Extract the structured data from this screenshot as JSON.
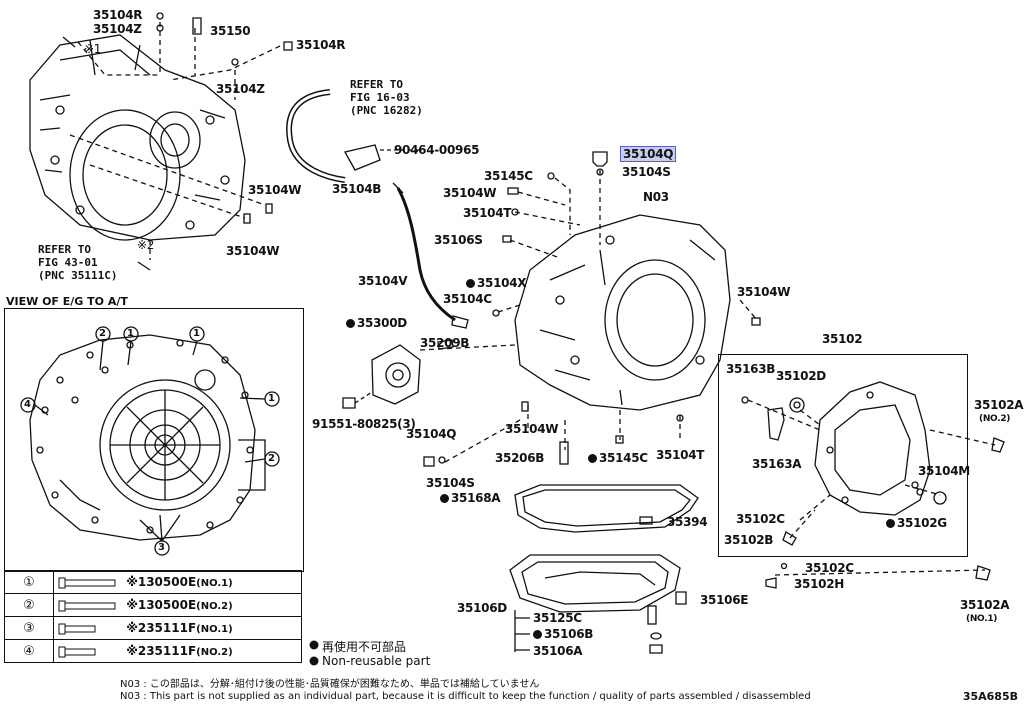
{
  "labels": {
    "p35104R_top": "35104R",
    "p35104Z_top": "35104Z",
    "p35150": "35150",
    "p35104R_right": "35104R",
    "p35104Z_mid": "35104Z",
    "p35104W_1": "35104W",
    "p35104W_2": "35104W",
    "mark1": "※1",
    "mark2": "※2",
    "p90464": "90464-00965",
    "p35104B": "35104B",
    "p35104Q_hl": "35104Q",
    "p35104S_top": "35104S",
    "p35145C_top": "35145C",
    "p35104W_3": "35104W",
    "pN03": "N03",
    "p35104T_top": "35104T",
    "p35106S": "35106S",
    "p35104V": "35104V",
    "p35104X": "35104X",
    "p35104C": "35104C",
    "p35104W_4": "35104W",
    "p35102": "35102",
    "p35300D": "35300D",
    "p35209B": "35209B",
    "p35163B": "35163B",
    "p35102D": "35102D",
    "p35102A_no2": "35102A",
    "no2": "(NO.2)",
    "p91551": "91551-80825(3)",
    "p35104Q_low": "35104Q",
    "p35104W_5": "35104W",
    "p35206B": "35206B",
    "p35145C_low": "35145C",
    "p35104T_low": "35104T",
    "p35163A": "35163A",
    "p35104M": "35104M",
    "p35104S_low": "35104S",
    "p35168A": "35168A",
    "p35102C_1": "35102C",
    "p35102G": "35102G",
    "p35394": "35394",
    "p35102B": "35102B",
    "p35102C_2": "35102C",
    "p35102H": "35102H",
    "p35102A_no1": "35102A",
    "no1": "(NO.1)",
    "p35106D": "35106D",
    "p35106E": "35106E",
    "p35125C": "35125C",
    "p35106B": "35106B",
    "p35106A": "35106A"
  },
  "refs": {
    "ref_left": "REFER TO\nFIG 43-01\n(PNC 35111C)",
    "ref_top": "REFER TO\nFIG 16-03\n(PNC 16282)"
  },
  "view_title": "VIEW OF E/G TO A/T",
  "view_callouts": [
    "1",
    "2",
    "1",
    "1",
    "2",
    "3",
    "4"
  ],
  "bolt_table": [
    {
      "idx": "①",
      "mark": "※1",
      "part": "30500E",
      "sub": "(NO.1)"
    },
    {
      "idx": "②",
      "mark": "※1",
      "part": "30500E",
      "sub": "(NO.2)"
    },
    {
      "idx": "③",
      "mark": "※2",
      "part": "35111F",
      "sub": "(NO.1)"
    },
    {
      "idx": "④",
      "mark": "※2",
      "part": "35111F",
      "sub": "(NO.2)"
    }
  ],
  "legend": {
    "jp": "再使用不可部品",
    "en": "Non-reusable part"
  },
  "notes": {
    "jp": "N03 : この部品は、分解･組付け後の性能･品質確保が困難なため、単品では補給していません",
    "en": "N03 : This part is not supplied as an individual part, because it is difficult to keep the function / quality of parts assembled / disassembled"
  },
  "diagram_code": "35A685B"
}
